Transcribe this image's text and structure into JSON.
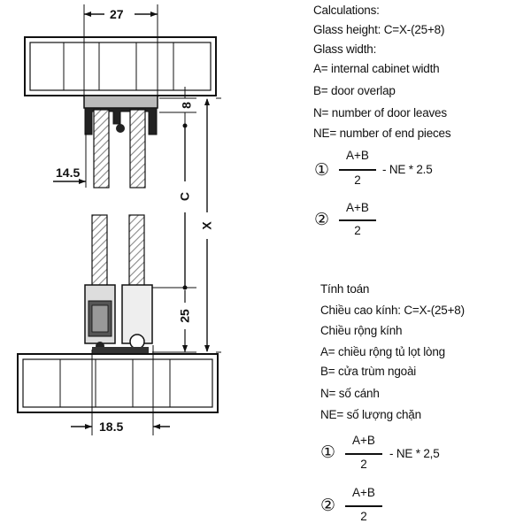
{
  "dimensions": {
    "top_width": "27",
    "gap_top": "8",
    "left_offset": "14.5",
    "height_c": "C",
    "height_x": "X",
    "bottom_gap": "25",
    "bottom_width": "18.5"
  },
  "english": {
    "title": "Calculations:",
    "glass_height": "Glass height: C=X-(25+8)",
    "glass_width": "Glass width:",
    "def_a": "A= internal cabinet width",
    "def_b": "B= door overlap",
    "def_n": "N= number of door leaves",
    "def_ne": "NE= number of end pieces",
    "f1_num": "①",
    "f1_top": "A+B",
    "f1_bottom": "2",
    "f1_tail": "- NE * 2.5",
    "f2_num": "②",
    "f2_top": "A+B",
    "f2_bottom": "2"
  },
  "vietnamese": {
    "title": "Tính toán",
    "glass_height": "Chiều cao kính: C=X-(25+8)",
    "glass_width": "Chiều rộng kính",
    "def_a": "A= chiều rộng tủ lọt lòng",
    "def_b": "B= cửa trùm ngoài",
    "def_n": "N= số cánh",
    "def_ne": "NE= số lượng chặn",
    "f1_num": "①",
    "f1_top": "A+B",
    "f1_bottom": "2",
    "f1_tail": "- NE * 2,5",
    "f2_num": "②",
    "f2_top": "A+B",
    "f2_bottom": "2"
  }
}
